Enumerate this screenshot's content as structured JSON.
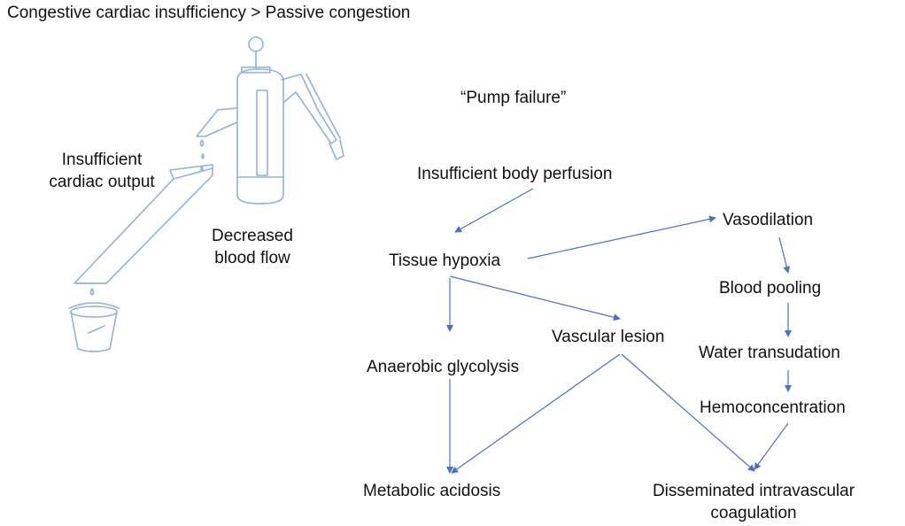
{
  "header": {
    "title": "Congestive cardiac insufficiency > Passive congestion"
  },
  "illustration": {
    "label_output": [
      "Insufficient",
      "cardiac output"
    ],
    "label_flow": [
      "Decreased",
      "blood flow"
    ]
  },
  "diagram": {
    "subtitle": "“Pump failure”",
    "nodes": {
      "insufficient_perfusion": "Insufficient body perfusion",
      "tissue_hypoxia": "Tissue hypoxia",
      "vasodilation": "Vasodilation",
      "blood_pooling": "Blood pooling",
      "vascular_lesion": "Vascular lesion",
      "water_transudation": "Water transudation",
      "anaerobic_glycolysis": "Anaerobic glycolysis",
      "hemoconcentration": "Hemoconcentration",
      "metabolic_acidosis": "Metabolic acidosis",
      "dic": [
        "Disseminated intravascular",
        "coagulation"
      ]
    },
    "edges": [
      [
        "insufficient_perfusion",
        "tissue_hypoxia"
      ],
      [
        "tissue_hypoxia",
        "vasodilation"
      ],
      [
        "vasodilation",
        "blood_pooling"
      ],
      [
        "blood_pooling",
        "water_transudation"
      ],
      [
        "water_transudation",
        "hemoconcentration"
      ],
      [
        "hemoconcentration",
        "dic"
      ],
      [
        "tissue_hypoxia",
        "anaerobic_glycolysis"
      ],
      [
        "tissue_hypoxia",
        "vascular_lesion"
      ],
      [
        "anaerobic_glycolysis",
        "metabolic_acidosis"
      ],
      [
        "vascular_lesion",
        "metabolic_acidosis"
      ],
      [
        "vascular_lesion",
        "dic"
      ]
    ],
    "edge_color": "#4a72c4",
    "illustration_color": "#8fb3d9"
  }
}
